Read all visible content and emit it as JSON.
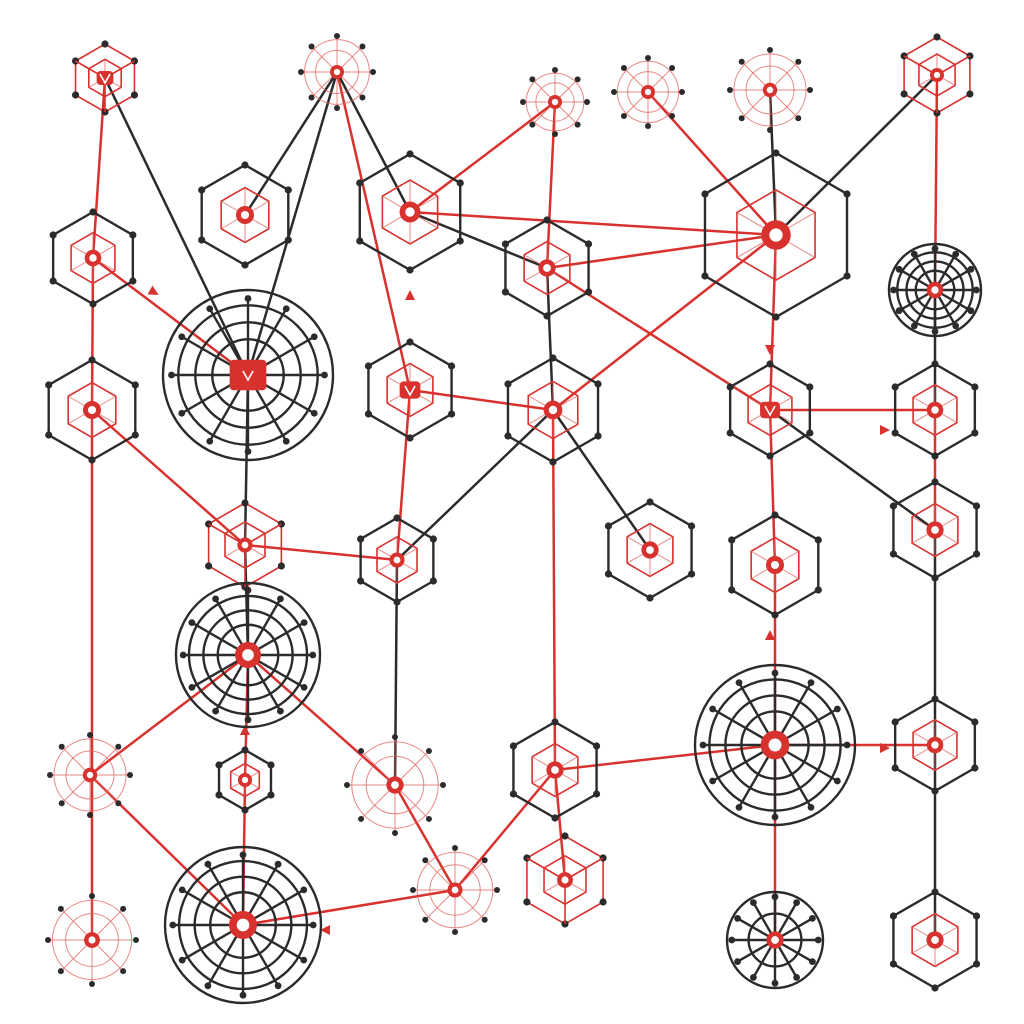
{
  "colors": {
    "accent": "#d8322f",
    "line": "#2b2b2b",
    "background": "#ffffff"
  },
  "diagram": {
    "kind": "network-node-graph",
    "nodes": [
      {
        "id": "n1",
        "shape": "cube",
        "icon": "shield-icon"
      },
      {
        "id": "n2",
        "shape": "web"
      },
      {
        "id": "n3",
        "shape": "web"
      },
      {
        "id": "n4",
        "shape": "web"
      },
      {
        "id": "n5",
        "shape": "web"
      },
      {
        "id": "n6",
        "shape": "cube"
      },
      {
        "id": "n7",
        "shape": "hexagon"
      },
      {
        "id": "n8",
        "shape": "hexagon"
      },
      {
        "id": "n9",
        "shape": "hexagon"
      },
      {
        "id": "n10",
        "shape": "circle-web",
        "icon": "shield-icon"
      },
      {
        "id": "n11",
        "shape": "hexagon"
      },
      {
        "id": "n12",
        "shape": "hexagon"
      },
      {
        "id": "n13",
        "shape": "circle-web"
      },
      {
        "id": "n14",
        "shape": "hexagon",
        "icon": "lock-icon"
      },
      {
        "id": "n15",
        "shape": "hexagon"
      },
      {
        "id": "n16",
        "shape": "hexagon",
        "icon": "shield-icon"
      },
      {
        "id": "n17",
        "shape": "hexagon"
      },
      {
        "id": "n18",
        "shape": "hexagon"
      },
      {
        "id": "n19",
        "shape": "cube"
      },
      {
        "id": "n20",
        "shape": "circle-web"
      },
      {
        "id": "n21",
        "shape": "hexagon"
      },
      {
        "id": "n22",
        "shape": "hexagon"
      },
      {
        "id": "n23",
        "shape": "hexagon"
      },
      {
        "id": "n24",
        "shape": "hexagon"
      },
      {
        "id": "n25",
        "shape": "web"
      },
      {
        "id": "n26",
        "shape": "hexagon"
      },
      {
        "id": "n27",
        "shape": "web"
      },
      {
        "id": "n28",
        "shape": "circle-web"
      },
      {
        "id": "n29",
        "shape": "hexagon"
      },
      {
        "id": "n30",
        "shape": "hexagon"
      },
      {
        "id": "n31",
        "shape": "circle-web"
      },
      {
        "id": "n32",
        "shape": "web"
      },
      {
        "id": "n33",
        "shape": "cube"
      },
      {
        "id": "n34",
        "shape": "circle"
      },
      {
        "id": "n35",
        "shape": "hexagon"
      },
      {
        "id": "n36",
        "shape": "web"
      },
      {
        "id": "n37",
        "shape": "web"
      }
    ]
  }
}
